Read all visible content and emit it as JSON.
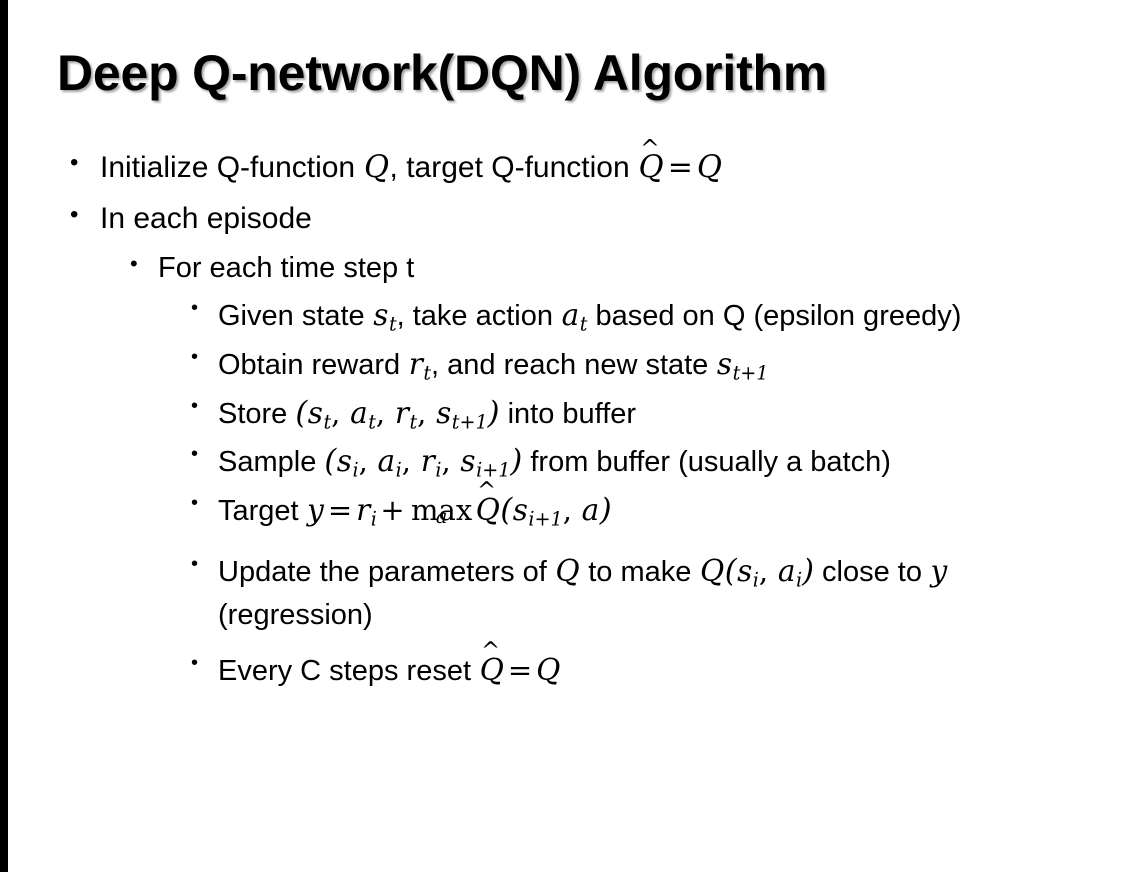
{
  "slide": {
    "title": "Deep Q-network(DQN) Algorithm",
    "background_color": "#ffffff",
    "text_color": "#000000",
    "accent_band_color": "#000000"
  },
  "bullets": {
    "initialize": {
      "pre": "Initialize Q-function ",
      "var_q1": "Q",
      "mid": ", target Q-function ",
      "var_qhat": "Q",
      "hat": "^",
      "equals": "=",
      "var_q2": "Q"
    },
    "in_each_episode": "In each episode",
    "for_each_time_step": "For each time step t",
    "given_state": {
      "pre": "Given state ",
      "var_s": "s",
      "sub_s": "t",
      "mid": ", take action ",
      "var_a": "a",
      "sub_a": "t",
      "post": " based on Q (epsilon greedy)"
    },
    "obtain_reward": {
      "pre": "Obtain reward ",
      "var_r": "r",
      "sub_r": "t",
      "mid": ", and reach new state ",
      "var_s": "s",
      "sub_s": "t+1"
    },
    "store": {
      "pre": "Store ",
      "lparen": "(",
      "var_s1": "s",
      "sub_s1": "t",
      "comma1": ", ",
      "var_a": "a",
      "sub_a": "t",
      "comma2": ", ",
      "var_r": "r",
      "sub_r": "t",
      "comma3": ", ",
      "var_s2": "s",
      "sub_s2": "t+1",
      "rparen": ")",
      "post": " into buffer"
    },
    "sample": {
      "pre": "Sample ",
      "lparen": "(",
      "var_s1": "s",
      "sub_s1": "i",
      "comma1": ", ",
      "var_a": "a",
      "sub_a": "i",
      "comma2": ", ",
      "var_r": "r",
      "sub_r": "i",
      "comma3": ", ",
      "var_s2": "s",
      "sub_s2": "i+1",
      "rparen": ")",
      "post": " from buffer (usually a batch)"
    },
    "target": {
      "pre": "Target ",
      "var_y": "y",
      "equals": "=",
      "var_r": "r",
      "sub_r": "i",
      "plus": "+",
      "max_op": "max",
      "max_sub": "a",
      "var_qhat": "Q",
      "hat": "^",
      "lparen": "(",
      "var_s": "s",
      "sub_s": "i+1",
      "comma": ", ",
      "var_a": "a",
      "rparen": ")"
    },
    "update": {
      "pre": "Update the parameters of ",
      "var_q1": "Q",
      "mid": " to make ",
      "var_q2": "Q",
      "lparen": "(",
      "var_s": "s",
      "sub_s": "i",
      "comma": ", ",
      "var_a": "a",
      "sub_a": "i",
      "rparen": ")",
      "post": " close to ",
      "var_y": "y",
      "tail": " (regression)"
    },
    "reset": {
      "pre": "Every C steps reset ",
      "var_qhat": "Q",
      "hat": "^",
      "equals": "=",
      "var_q": "Q"
    }
  }
}
